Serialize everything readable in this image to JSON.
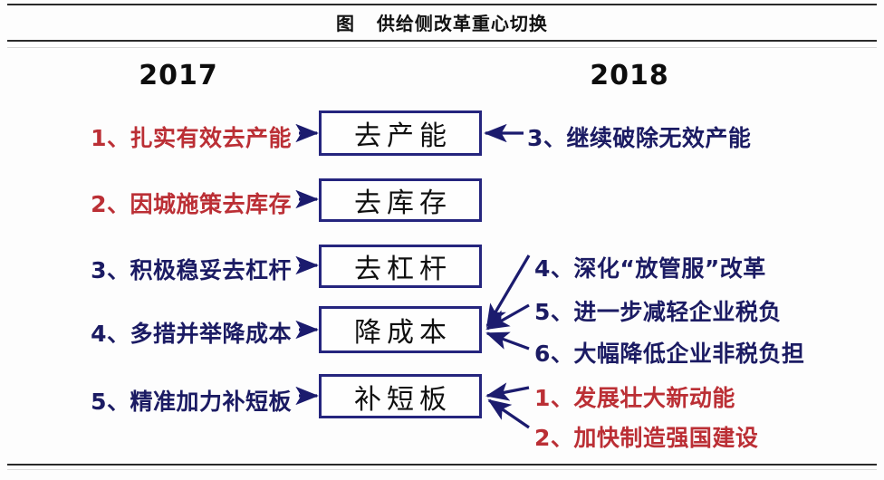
{
  "title": "图   供给侧改革重心切换",
  "colors": {
    "red": "#bb2f35",
    "navy": "#1b1b63",
    "box_border": "#25257e",
    "arrow": "#1b1b6e",
    "rule": "#2a2a2a"
  },
  "headers": {
    "left_year": "2017",
    "right_year": "2018"
  },
  "center_boxes": [
    {
      "label": "去产能"
    },
    {
      "label": "去库存"
    },
    {
      "label": "去杠杆"
    },
    {
      "label": "降成本"
    },
    {
      "label": "补短板"
    }
  ],
  "left_items": [
    {
      "index": "1、",
      "text": "扎实有效去产能",
      "color": "red",
      "target": "去产能"
    },
    {
      "index": "2、",
      "text": "因城施策去库存",
      "color": "red",
      "target": "去库存"
    },
    {
      "index": "3、",
      "text": "积极稳妥去杠杆",
      "color": "navy",
      "target": "去杠杆"
    },
    {
      "index": "4、",
      "text": "多措并举降成本",
      "color": "navy",
      "target": "降成本"
    },
    {
      "index": "5、",
      "text": "精准加力补短板",
      "color": "navy",
      "target": "补短板"
    }
  ],
  "right_items": [
    {
      "index": "3、",
      "text": "继续破除无效产能",
      "color": "navy",
      "target": "去产能"
    },
    {
      "index": "4、",
      "text": "深化“放管服”改革",
      "color": "navy",
      "target": "降成本"
    },
    {
      "index": "5、",
      "text": "进一步减轻企业税负",
      "color": "navy",
      "target": "降成本"
    },
    {
      "index": "6、",
      "text": "大幅降低企业非税负担",
      "color": "navy",
      "target": "降成本"
    },
    {
      "index": "1、",
      "text": "发展壮大新动能",
      "color": "red",
      "target": "补短板"
    },
    {
      "index": "2、",
      "text": "加快制造强国建设",
      "color": "red",
      "target": "补短板"
    }
  ]
}
